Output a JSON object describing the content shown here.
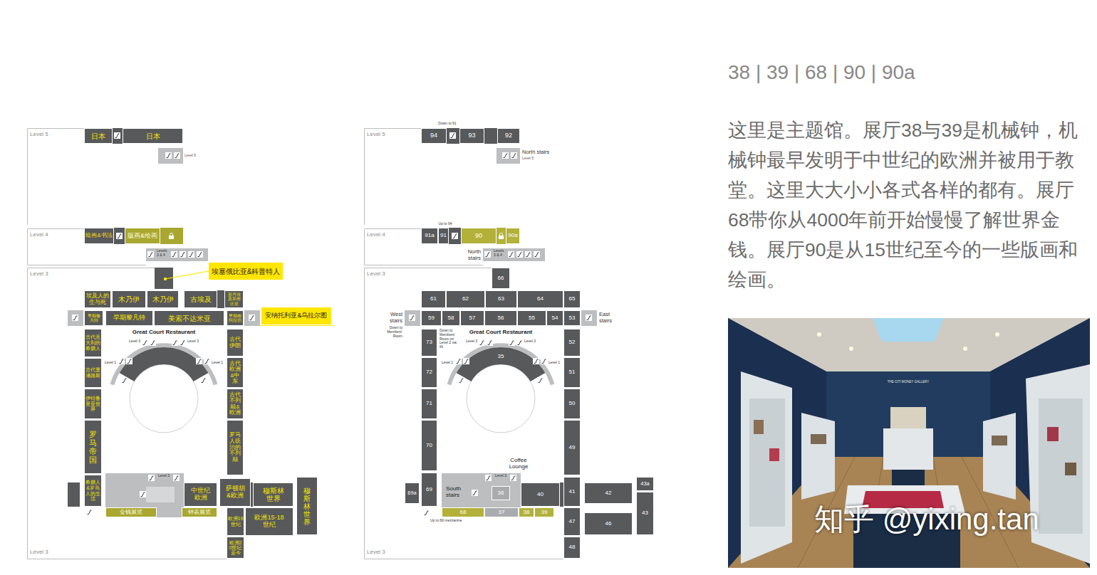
{
  "diagram": {
    "title": "38 | 39 | 68 | 90 | 90a",
    "nodes": [
      {
        "text": [
          "日本"
        ]
      },
      {
        "text": [
          "日本"
        ]
      },
      {
        "text": [
          "绘画&书法"
        ]
      },
      {
        "text": [
          "版画&绘画"
        ]
      },
      {
        "text": [
          "埃塞俄比亚&科普特人"
        ]
      },
      {
        "text": [
          "埃及人的生与死"
        ]
      },
      {
        "text": [
          "木乃伊"
        ]
      },
      {
        "text": [
          "木乃伊"
        ]
      },
      {
        "text": [
          "古埃及"
        ]
      },
      {
        "text": [
          "苏丹埃及和努比亚"
        ]
      },
      {
        "text": [
          "早期黎凡特"
        ]
      },
      {
        "text": [
          "早期黎凡特"
        ]
      },
      {
        "text": [
          "美索不达米亚"
        ]
      },
      {
        "text": [
          "早期南阿拉伯"
        ]
      },
      {
        "text": [
          "安纳托利亚&乌拉尔图"
        ]
      },
      {
        "text": [
          "古代意大利的希腊人"
        ]
      },
      {
        "text": [
          "古代塞浦路斯"
        ]
      },
      {
        "text": [
          "伊特鲁里亚世界"
        ]
      },
      {
        "text": [
          "罗马帝国"
        ]
      },
      {
        "text": [
          "希腊人&罗马人的生活"
        ]
      },
      {
        "text": [
          "古代伊朗"
        ]
      },
      {
        "text": [
          "古代欧洲&中东"
        ]
      },
      {
        "text": [
          "古代不列颠&欧洲"
        ]
      },
      {
        "text": [
          "罗马人统治的不列颠"
        ]
      },
      {
        "text": [
          "中世纪欧洲"
        ]
      },
      {
        "text": [
          "萨顿胡&欧洲"
        ]
      },
      {
        "text": [
          "穆斯林世界"
        ]
      },
      {
        "text": [
          "穆斯林世界"
        ]
      },
      {
        "text": [
          "金钱展览"
        ]
      },
      {
        "text": [
          "钟表展览"
        ]
      },
      {
        "text": [
          "欧洲19世纪"
        ]
      },
      {
        "text": [
          "欧洲15-18世纪"
        ]
      },
      {
        "text": [
          "欧洲20世纪至今"
        ]
      },
      {
        "text": [
          "94"
        ]
      },
      {
        "text": [
          "93"
        ]
      },
      {
        "text": [
          "92"
        ]
      },
      {
        "text": [
          "91a"
        ]
      },
      {
        "text": [
          "91"
        ]
      },
      {
        "text": [
          "90"
        ]
      },
      {
        "text": [
          "90a"
        ]
      },
      {
        "text": [
          "66"
        ]
      },
      {
        "text": [
          "61"
        ]
      },
      {
        "text": [
          "62"
        ]
      },
      {
        "text": [
          "63"
        ]
      },
      {
        "text": [
          "64"
        ]
      },
      {
        "text": [
          "65"
        ]
      },
      {
        "text": [
          "59"
        ]
      },
      {
        "text": [
          "58"
        ]
      },
      {
        "text": [
          "57"
        ]
      },
      {
        "text": [
          "56"
        ]
      },
      {
        "text": [
          "55"
        ]
      },
      {
        "text": [
          "54"
        ]
      },
      {
        "text": [
          "53"
        ]
      },
      {
        "text": [
          "73"
        ]
      },
      {
        "text": [
          "72"
        ]
      },
      {
        "text": [
          "71"
        ]
      },
      {
        "text": [
          "70"
        ]
      },
      {
        "text": [
          "52"
        ]
      },
      {
        "text": [
          "51"
        ]
      },
      {
        "text": [
          "50"
        ]
      },
      {
        "text": [
          "49"
        ]
      },
      {
        "text": [
          "35"
        ]
      },
      {
        "text": [
          "69a"
        ]
      },
      {
        "text": [
          "69"
        ]
      },
      {
        "text": [
          "36"
        ]
      },
      {
        "text": [
          "40"
        ]
      },
      {
        "text": [
          "41"
        ]
      },
      {
        "text": [
          "42"
        ]
      },
      {
        "text": [
          "43a"
        ]
      },
      {
        "text": [
          "43"
        ]
      },
      {
        "text": [
          "68"
        ]
      },
      {
        "text": [
          "37"
        ]
      },
      {
        "text": [
          "38"
        ]
      },
      {
        "text": [
          "39"
        ]
      },
      {
        "text": [
          "46"
        ]
      },
      {
        "text": [
          "47"
        ]
      },
      {
        "text": [
          "48"
        ]
      }
    ],
    "labels": [
      "Level 5",
      "Level 5",
      "Level 4",
      "Levels 3 & 4",
      "Level 3",
      "Great Court Restaurant",
      "Level 3",
      "Level 3",
      "Level 1",
      "Level 1",
      "Level 3",
      "Level 3",
      "Level 5",
      "Down to 91",
      "North stairs",
      "Level 5",
      "Level 4",
      "Up to 94",
      "North stairs",
      "Levels 3 & 4",
      "Level 3",
      "West stairs",
      "Down to Members' Room",
      "East stairs",
      "Down to Members' Room on Level 2 via lift",
      "Great Court Restaurant",
      "Level 3",
      "Level 3",
      "Level 1",
      "Level 1",
      "Coffee Lounge",
      "Level 3",
      "South stairs",
      "Up to 69 mezzanine",
      "Level 3",
      "这里是主题馆。展厅38与39是机械钟，机械钟最早发明于中世纪的欧洲并被用于教堂。这里大大小小各式各样的都有。展厅68带你从4000年前开始慢慢了解世界金钱。展厅90是从15世纪至今的一些版画和绘画。",
      "THE CITI MONEY GALLERY",
      "知乎 @yixing.tan"
    ]
  }
}
